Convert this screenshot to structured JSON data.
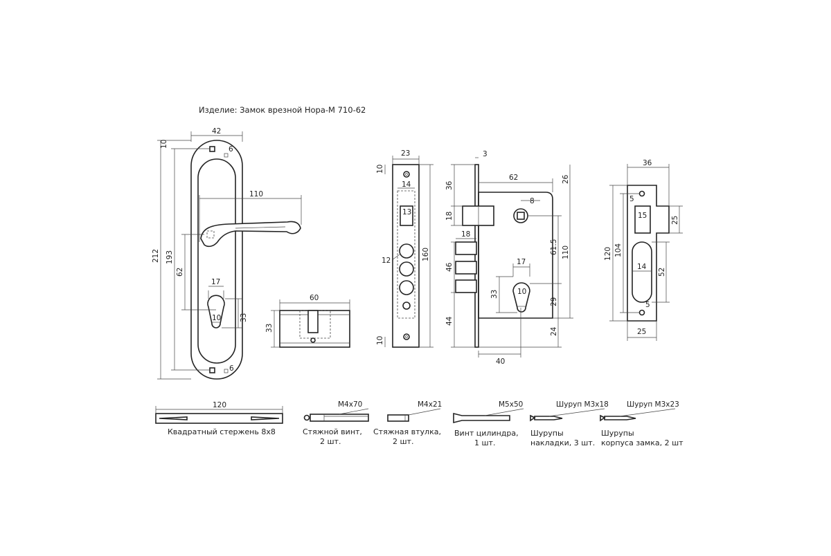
{
  "title": "Изделие: Замок врезной Нора-М 710-62",
  "handle_plate": {
    "width": "42",
    "top_offset": "10",
    "small_hole": "6",
    "small_hole_bottom": "6",
    "handle_reach": "110",
    "total_height": "212",
    "screw_span": "193",
    "handle_to_cylinder": "62",
    "cylinder_width": "17",
    "cylinder_hole": "10",
    "cylinder_height": "33"
  },
  "cylinder": {
    "length": "60",
    "height": "33"
  },
  "faceplate": {
    "width": "23",
    "top_hole": "10",
    "bolt_window": "14",
    "latch_window": "13",
    "bolt_diameter": "12",
    "total_height": "160",
    "bottom_hole": "10"
  },
  "lock_body": {
    "plate_thickness": "3",
    "body_width": "62",
    "top_offset": "26",
    "latch_offset": "36",
    "latch_height": "18",
    "spindle": "8",
    "bolt_length": "18",
    "bolt_span": "46",
    "backset_a": "61.5",
    "body_height": "110",
    "cyl_width": "17",
    "cyl_hole": "10",
    "cyl_height": "33",
    "cyl_offset": "29",
    "bottom_offset": "44",
    "bottom_margin": "24",
    "backset": "40"
  },
  "strike_plate": {
    "width": "36",
    "screw": "5",
    "latch_window": "15",
    "window_height": "25",
    "total_height": "120",
    "screw_span": "104",
    "bolt_window": "14",
    "bolt_height": "52",
    "screw_bottom": "5",
    "bottom_width": "25"
  },
  "parts": [
    {
      "dim": "120",
      "label": [
        "Квадратный стержень 8х8"
      ]
    },
    {
      "dim": "М4х70",
      "label": [
        "Стяжной винт,",
        "2 шт."
      ]
    },
    {
      "dim": "М4х21",
      "label": [
        "Стяжная втулка,",
        "2 шт."
      ]
    },
    {
      "dim": "М5х50",
      "label": [
        "Винт цилиндра,",
        "1 шт."
      ]
    },
    {
      "dim": "Шуруп М3х18",
      "label": [
        "Шурупы",
        "накладки, 3 шт."
      ]
    },
    {
      "dim": "Шуруп М3х23",
      "label": [
        "Шурупы",
        "корпуса замка, 2 шт"
      ]
    }
  ]
}
